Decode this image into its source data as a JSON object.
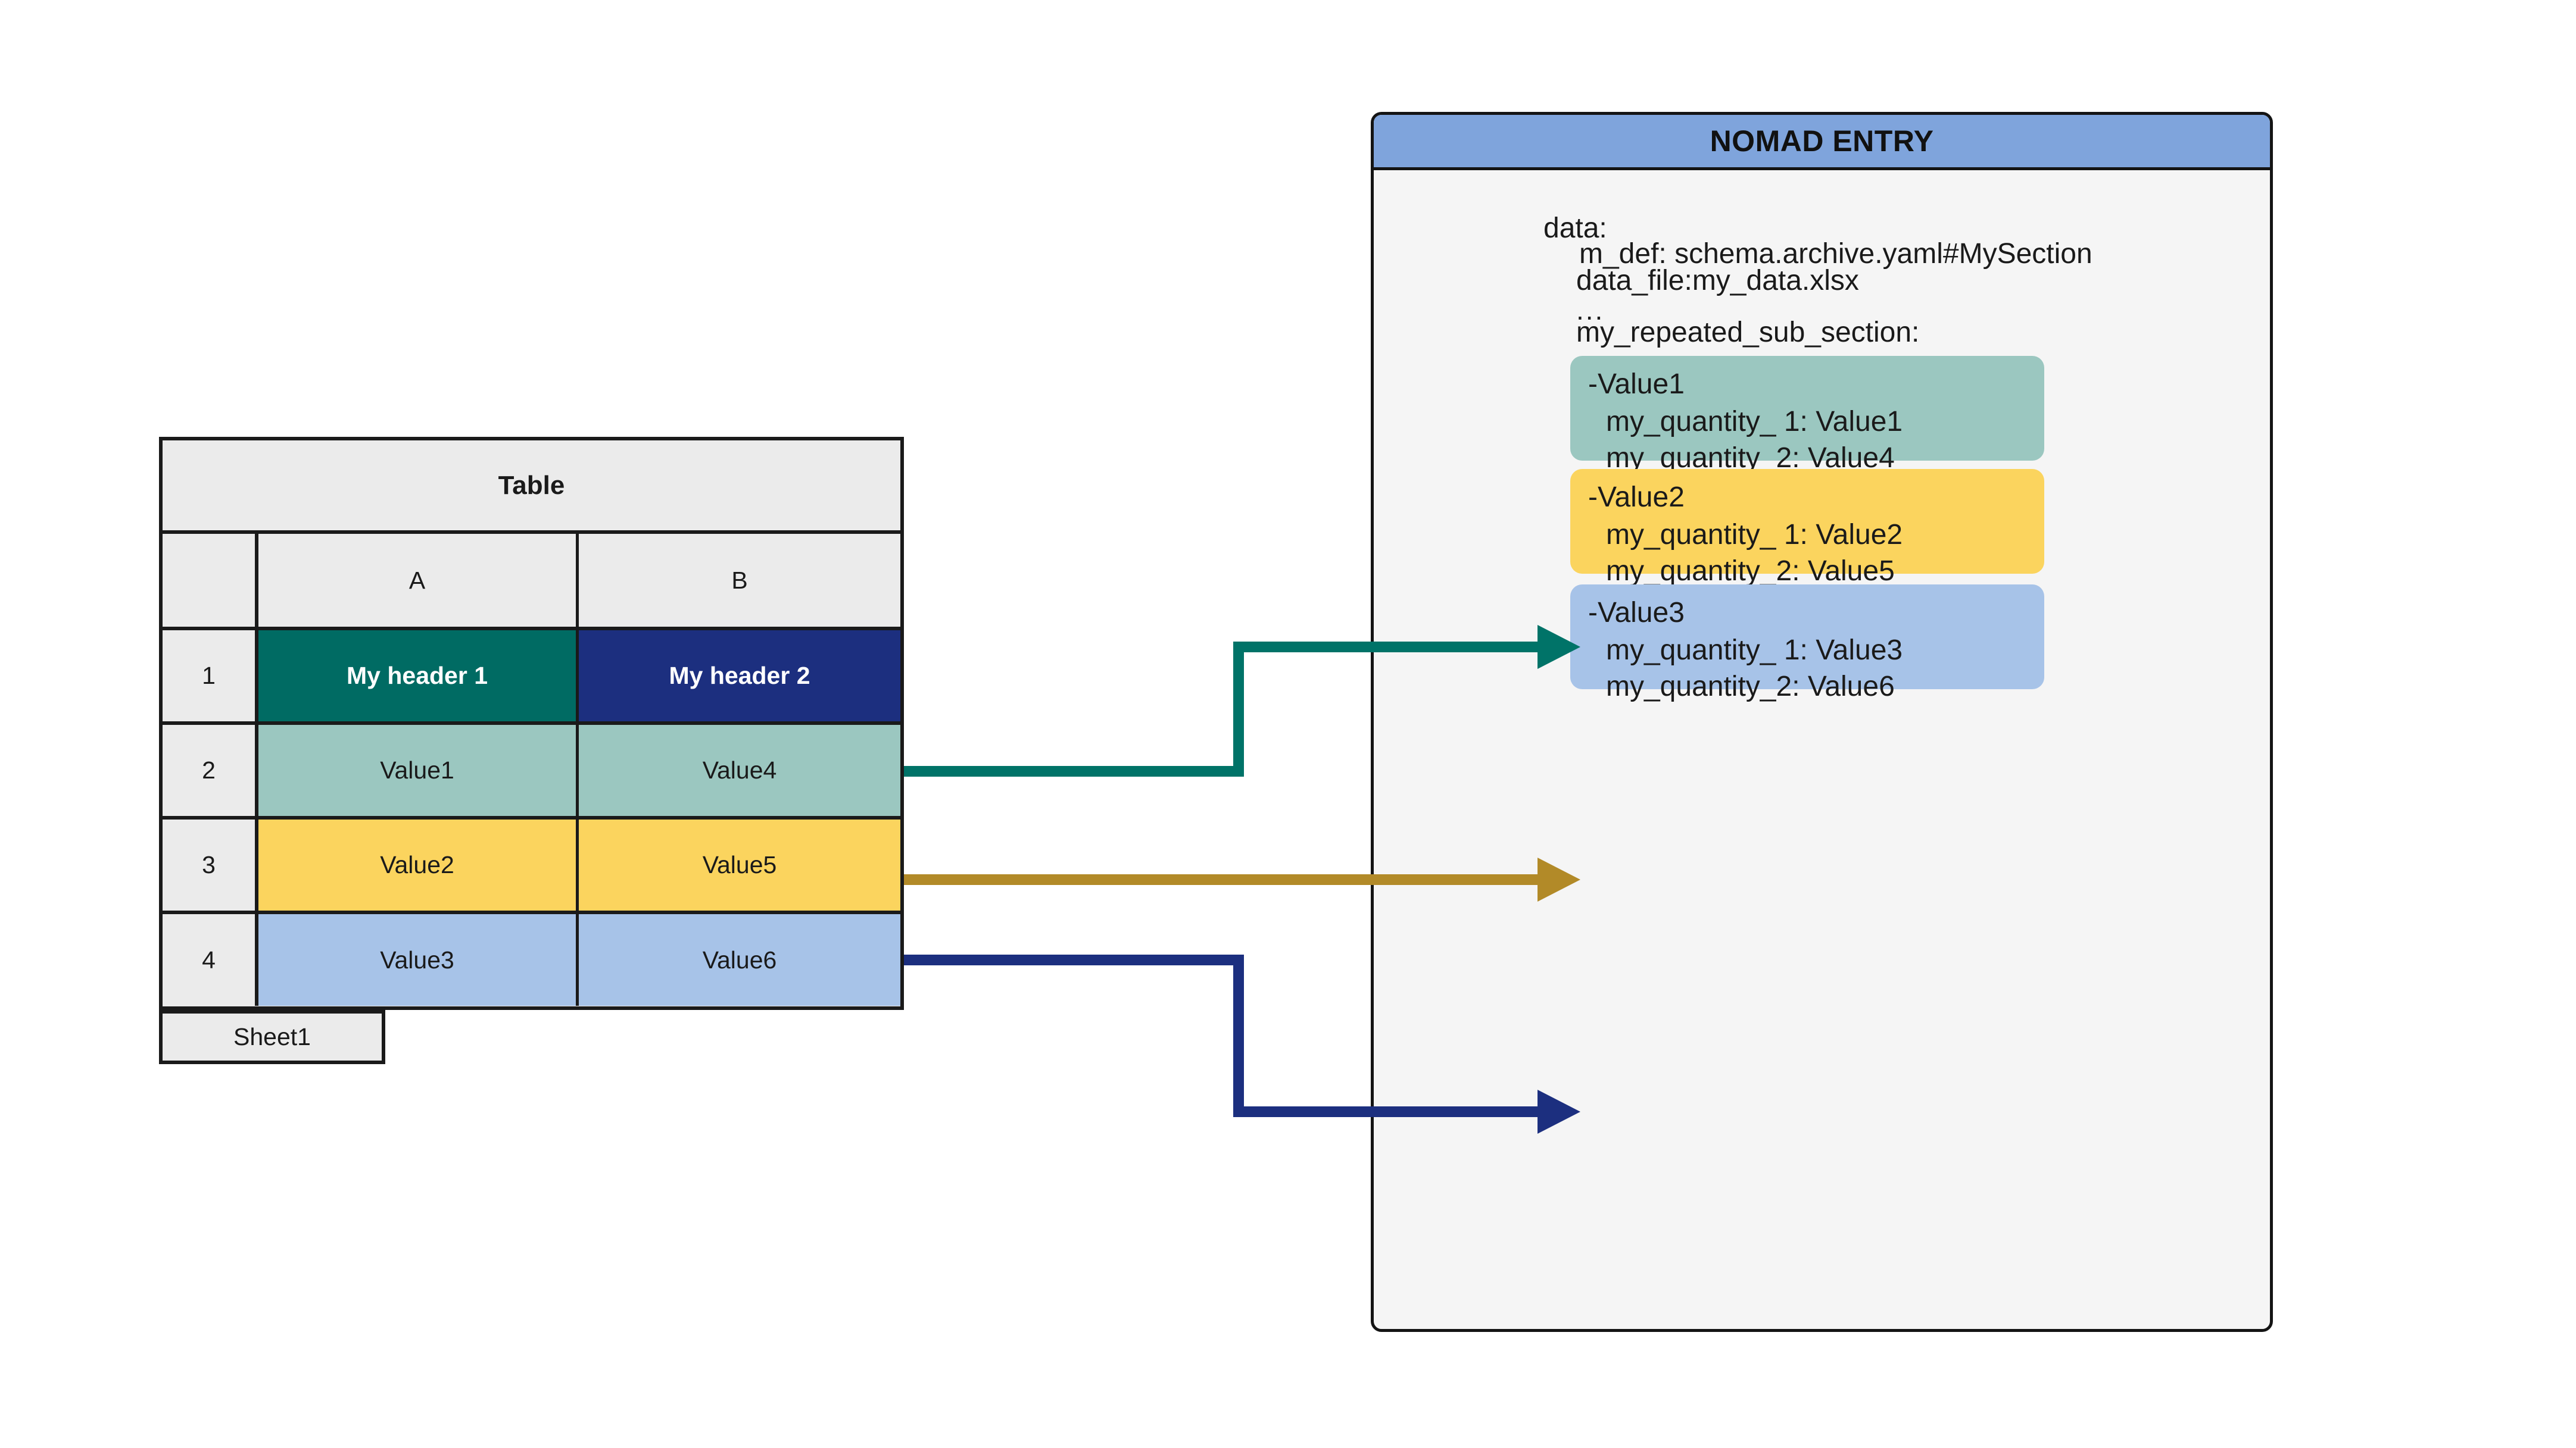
{
  "spreadsheet": {
    "title": "Table",
    "column_headers": [
      "",
      "A",
      "B"
    ],
    "row_numbers": [
      "1",
      "2",
      "3",
      "4"
    ],
    "rows": [
      {
        "number": "1",
        "a": "My header 1",
        "b": "My header 2",
        "style_a": "teal-dark",
        "style_b": "navy-dark"
      },
      {
        "number": "2",
        "a": "Value1",
        "b": "Value4",
        "style_a": "teal-lite",
        "style_b": "teal-lite"
      },
      {
        "number": "3",
        "a": "Value2",
        "b": "Value5",
        "style_a": "yellow",
        "style_b": "yellow"
      },
      {
        "number": "4",
        "a": "Value3",
        "b": "Value6",
        "style_a": "blue-lite",
        "style_b": "blue-lite"
      }
    ],
    "sheet_tab": "Sheet1"
  },
  "nomad": {
    "header_title": "NOMAD ENTRY",
    "yaml": {
      "data": "data:",
      "m_def": "m_def: schema.archive.yaml#MySection",
      "data_file": "data_file:my_data.xlsx",
      "ellipsis": "...",
      "sub_section": "my_repeated_sub_section:"
    },
    "entries": [
      {
        "head": "-Value1",
        "line1": "my_quantity_ 1: Value1",
        "line2": "my_quantity_2: Value4",
        "color": "#9bc7c0"
      },
      {
        "head": "-Value2",
        "line1": "my_quantity_ 1: Value2",
        "line2": "my_quantity_2: Value5",
        "color": "#fbd45e"
      },
      {
        "head": "-Value3",
        "line1": "my_quantity_ 1: Value3",
        "line2": "my_quantity_2: Value6",
        "color": "#a7c3e8"
      }
    ]
  },
  "colors": {
    "teal_dark": "#006b63",
    "navy_dark": "#1c2f7f",
    "teal_light": "#9bc7c0",
    "yellow": "#fbd45e",
    "blue_light": "#a7c3e8",
    "header_bar": "#7fa4dc",
    "panel_bg": "#f5f5f5",
    "grid_bg": "#ebebeb",
    "arrow_teal": "#007368",
    "arrow_gold": "#b28a28",
    "arrow_navy": "#1c2f7f",
    "outline": "#1a1a1a"
  },
  "connectors": [
    {
      "name": "row2-to-entry1",
      "color": "#007368",
      "from_row": "2",
      "to_entry": "-Value1"
    },
    {
      "name": "row3-to-entry2",
      "color": "#b28a28",
      "from_row": "3",
      "to_entry": "-Value2"
    },
    {
      "name": "row4-to-entry3",
      "color": "#1c2f7f",
      "from_row": "4",
      "to_entry": "-Value3"
    }
  ]
}
